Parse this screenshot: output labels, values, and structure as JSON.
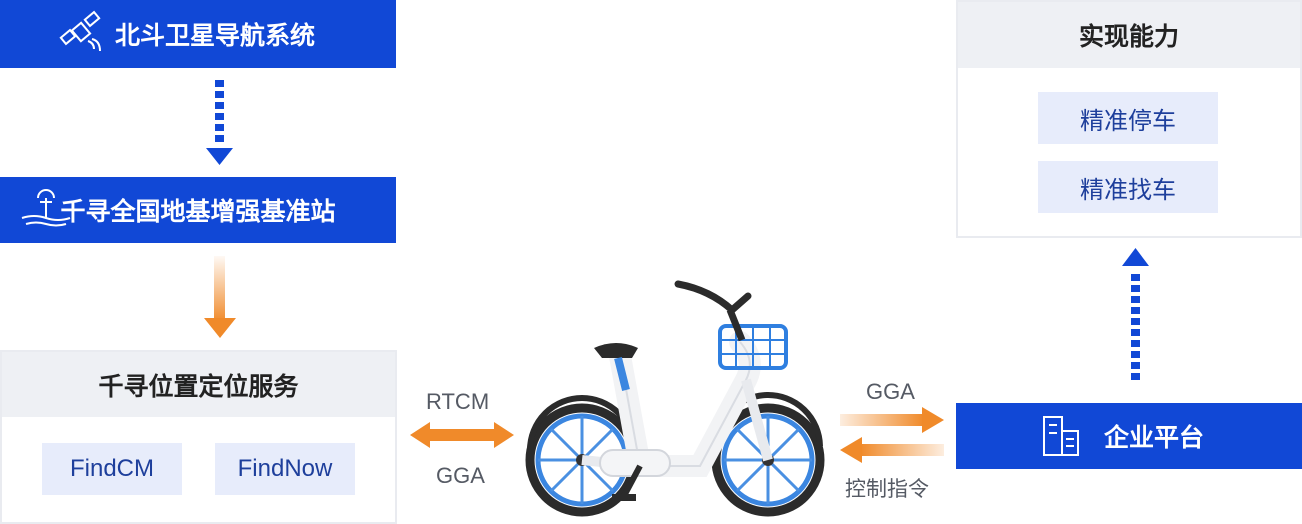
{
  "beidou": {
    "label": "北斗卫星导航系统",
    "icon": "satellite-icon"
  },
  "station": {
    "label": "千寻全国地基增强基准站",
    "icon": "antenna-station-icon"
  },
  "service": {
    "title": "千寻位置定位服务",
    "items": [
      "FindCM",
      "FindNow"
    ]
  },
  "bike_link": {
    "top_label": "RTCM",
    "bottom_label": "GGA"
  },
  "platform_link": {
    "top_label": "GGA",
    "bottom_label": "控制指令"
  },
  "platform": {
    "label": "企业平台",
    "icon": "building-icon"
  },
  "capability": {
    "title": "实现能力",
    "items": [
      "精准停车",
      "精准找车"
    ]
  },
  "colors": {
    "brand_blue": "#1148d6",
    "accent_orange": "#f08a2a",
    "panel_head": "#eef0f4",
    "chip_bg": "#e7ecfb"
  },
  "bicycle_image": "shared-bicycle-illustration"
}
